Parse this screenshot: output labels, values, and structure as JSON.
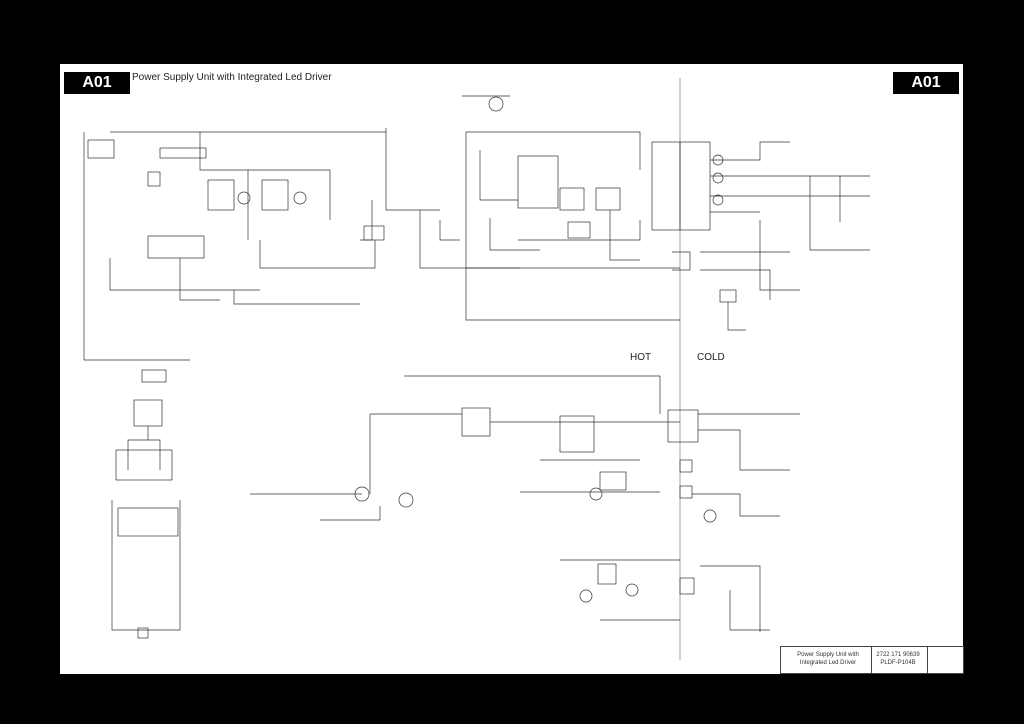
{
  "sheet": {
    "id_left": "A01",
    "id_right": "A01",
    "title": "Power Supply Unit with Integrated Led Driver"
  },
  "zones": {
    "hot": "HOT",
    "cold": "COLD"
  },
  "title_block": {
    "name_line1": "Power Supply Unit with",
    "name_line2": "Integrated Led Driver",
    "number": "2722 171 90639",
    "model": "PLDF-P104B"
  }
}
